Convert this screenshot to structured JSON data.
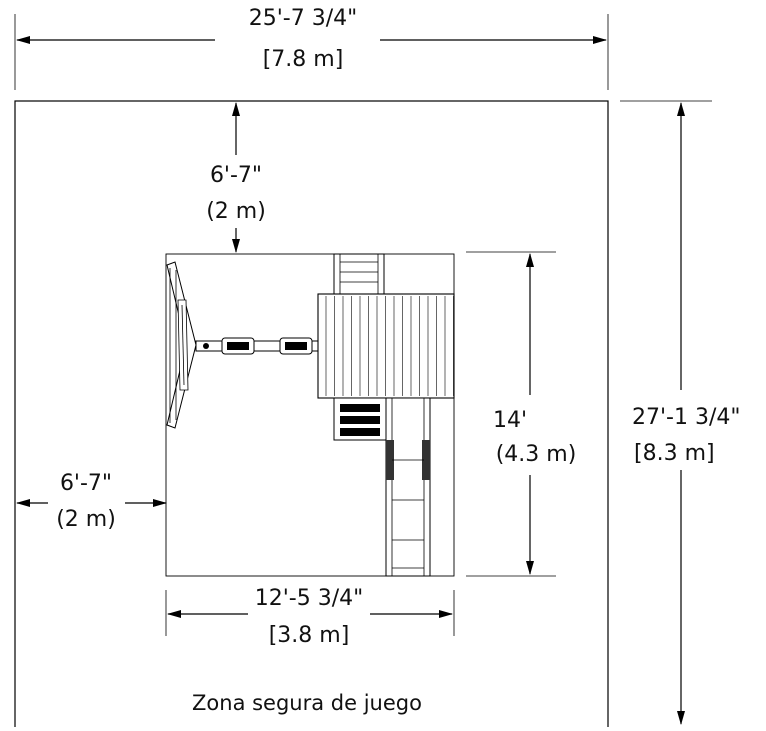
{
  "diagram": {
    "overall_width": {
      "imperial": "25'-7 3/4\"",
      "metric": "[7.8 m]"
    },
    "overall_depth": {
      "imperial": "27'-1 3/4\"",
      "metric": "[8.3 m]"
    },
    "top_clearance": {
      "imperial": "6'-7\"",
      "metric": "(2 m)"
    },
    "side_clearance": {
      "imperial": "6'-7\"",
      "metric": "(2 m)"
    },
    "structure_depth": {
      "imperial": "14'",
      "metric": "(4.3 m)"
    },
    "structure_width": {
      "imperial": "12'-5 3/4\"",
      "metric": "[3.8 m]"
    },
    "zone_label": "Zona segura de juego"
  }
}
